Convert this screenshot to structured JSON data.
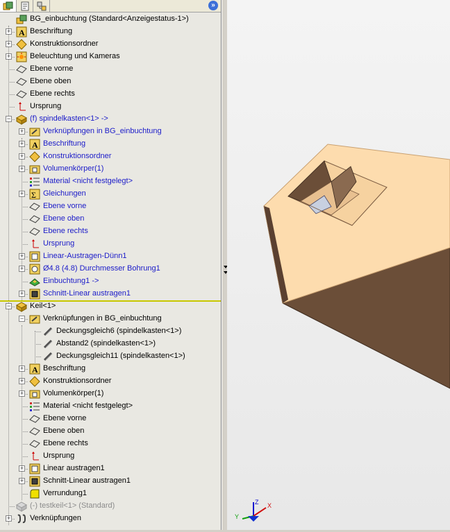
{
  "tabs": [
    {
      "name": "feature-manager-tab",
      "icon": "feature-tree-icon"
    },
    {
      "name": "property-manager-tab",
      "icon": "property-icon"
    },
    {
      "name": "configuration-manager-tab",
      "icon": "configuration-icon"
    }
  ],
  "expand_icon": "double-chevron-right-icon",
  "tree": [
    {
      "id": "root",
      "level": 0,
      "toggle": "none",
      "icon": "assembly",
      "label": "BG_einbuchtung  (Standard<Anzeigestatus-1>)",
      "style": "normal"
    },
    {
      "id": "beschriftung",
      "level": 0,
      "toggle": "+",
      "icon": "annotation",
      "label": "Beschriftung",
      "style": "normal"
    },
    {
      "id": "konstruktionsordner",
      "level": 0,
      "toggle": "+",
      "icon": "design-binder",
      "label": "Konstruktionsordner",
      "style": "normal"
    },
    {
      "id": "beleuchtung",
      "level": 0,
      "toggle": "+",
      "icon": "lights",
      "label": "Beleuchtung und Kameras",
      "style": "normal"
    },
    {
      "id": "ebene-vorne",
      "level": 0,
      "toggle": "none",
      "icon": "plane",
      "label": "Ebene vorne",
      "style": "normal"
    },
    {
      "id": "ebene-oben",
      "level": 0,
      "toggle": "none",
      "icon": "plane",
      "label": "Ebene oben",
      "style": "normal"
    },
    {
      "id": "ebene-rechts",
      "level": 0,
      "toggle": "none",
      "icon": "plane",
      "label": "Ebene rechts",
      "style": "normal"
    },
    {
      "id": "ursprung",
      "level": 0,
      "toggle": "none",
      "icon": "origin",
      "label": "Ursprung",
      "style": "normal"
    },
    {
      "id": "spindelkasten",
      "level": 0,
      "toggle": "-",
      "icon": "part",
      "label": "(f) spindelkasten<1> ->",
      "style": "blue"
    },
    {
      "id": "sk-verknuepfungen",
      "level": 1,
      "toggle": "+",
      "icon": "mates-folder",
      "label": "Verknüpfungen in BG_einbuchtung",
      "style": "blue"
    },
    {
      "id": "sk-beschriftung",
      "level": 1,
      "toggle": "+",
      "icon": "annotation",
      "label": "Beschriftung",
      "style": "blue"
    },
    {
      "id": "sk-konstruktionsordner",
      "level": 1,
      "toggle": "+",
      "icon": "design-binder",
      "label": "Konstruktionsordner",
      "style": "blue"
    },
    {
      "id": "sk-volumenkoerper",
      "level": 1,
      "toggle": "+",
      "icon": "solid-bodies",
      "label": "Volumenkörper(1)",
      "style": "blue"
    },
    {
      "id": "sk-material",
      "level": 1,
      "toggle": "none",
      "icon": "material",
      "label": "Material <nicht festgelegt>",
      "style": "blue"
    },
    {
      "id": "sk-gleichungen",
      "level": 1,
      "toggle": "+",
      "icon": "equations",
      "label": "Gleichungen",
      "style": "blue"
    },
    {
      "id": "sk-ebene-vorne",
      "level": 1,
      "toggle": "none",
      "icon": "plane",
      "label": "Ebene vorne",
      "style": "blue"
    },
    {
      "id": "sk-ebene-oben",
      "level": 1,
      "toggle": "none",
      "icon": "plane",
      "label": "Ebene oben",
      "style": "blue"
    },
    {
      "id": "sk-ebene-rechts",
      "level": 1,
      "toggle": "none",
      "icon": "plane",
      "label": "Ebene rechts",
      "style": "blue"
    },
    {
      "id": "sk-ursprung",
      "level": 1,
      "toggle": "none",
      "icon": "origin",
      "label": "Ursprung",
      "style": "blue"
    },
    {
      "id": "sk-linear-duenn",
      "level": 1,
      "toggle": "+",
      "icon": "extrude",
      "label": "Linear-Austragen-Dünn1",
      "style": "blue"
    },
    {
      "id": "sk-bohrung",
      "level": 1,
      "toggle": "+",
      "icon": "hole",
      "label": "Ø4.8 (4.8) Durchmesser Bohrung1",
      "style": "blue"
    },
    {
      "id": "sk-einbuchtung",
      "level": 1,
      "toggle": "none",
      "icon": "indent",
      "label": "Einbuchtung1 ->",
      "style": "blue"
    },
    {
      "id": "sk-schnitt",
      "level": 1,
      "toggle": "+",
      "icon": "cut-extrude",
      "label": "Schnitt-Linear austragen1",
      "style": "blue"
    },
    {
      "id": "keil",
      "level": 0,
      "toggle": "-",
      "icon": "part",
      "label": "Keil<1>",
      "style": "normal"
    },
    {
      "id": "k-verknuepfungen",
      "level": 1,
      "toggle": "-",
      "icon": "mates-folder",
      "label": "Verknüpfungen in BG_einbuchtung",
      "style": "normal"
    },
    {
      "id": "k-deckungsgleich6",
      "level": 2,
      "toggle": "none",
      "icon": "mate",
      "label": "Deckungsgleich6 (spindelkasten<1>)",
      "style": "normal"
    },
    {
      "id": "k-abstand2",
      "level": 2,
      "toggle": "none",
      "icon": "mate",
      "label": "Abstand2 (spindelkasten<1>)",
      "style": "normal"
    },
    {
      "id": "k-deckungsgleich11",
      "level": 2,
      "toggle": "none",
      "icon": "mate",
      "label": "Deckungsgleich11 (spindelkasten<1>)",
      "style": "normal"
    },
    {
      "id": "k-beschriftung",
      "level": 1,
      "toggle": "+",
      "icon": "annotation",
      "label": "Beschriftung",
      "style": "normal"
    },
    {
      "id": "k-konstruktionsordner",
      "level": 1,
      "toggle": "+",
      "icon": "design-binder",
      "label": "Konstruktionsordner",
      "style": "normal"
    },
    {
      "id": "k-volumenkoerper",
      "level": 1,
      "toggle": "+",
      "icon": "solid-bodies",
      "label": "Volumenkörper(1)",
      "style": "normal"
    },
    {
      "id": "k-material",
      "level": 1,
      "toggle": "none",
      "icon": "material",
      "label": "Material <nicht festgelegt>",
      "style": "normal"
    },
    {
      "id": "k-ebene-vorne",
      "level": 1,
      "toggle": "none",
      "icon": "plane",
      "label": "Ebene vorne",
      "style": "normal"
    },
    {
      "id": "k-ebene-oben",
      "level": 1,
      "toggle": "none",
      "icon": "plane",
      "label": "Ebene oben",
      "style": "normal"
    },
    {
      "id": "k-ebene-rechts",
      "level": 1,
      "toggle": "none",
      "icon": "plane",
      "label": "Ebene rechts",
      "style": "normal"
    },
    {
      "id": "k-ursprung",
      "level": 1,
      "toggle": "none",
      "icon": "origin",
      "label": "Ursprung",
      "style": "normal"
    },
    {
      "id": "k-linear",
      "level": 1,
      "toggle": "+",
      "icon": "extrude",
      "label": "Linear austragen1",
      "style": "normal"
    },
    {
      "id": "k-schnitt",
      "level": 1,
      "toggle": "+",
      "icon": "cut-extrude",
      "label": "Schnitt-Linear austragen1",
      "style": "normal"
    },
    {
      "id": "k-verrundung",
      "level": 1,
      "toggle": "none",
      "icon": "fillet",
      "label": "Verrundung1",
      "style": "normal"
    },
    {
      "id": "testkeil",
      "level": 0,
      "toggle": "none",
      "icon": "part-suppressed",
      "label": "(-) testkeil<1> (Standard)",
      "style": "gray"
    },
    {
      "id": "verknuepfungen",
      "level": 0,
      "toggle": "+",
      "icon": "mates",
      "label": "Verknüpfungen",
      "style": "normal"
    }
  ],
  "viewport": {
    "triad": {
      "x": "X",
      "y": "Y",
      "z": "Z"
    }
  },
  "colors": {
    "face_top": "#fddcae",
    "face_side": "#6b4e38",
    "tree_blue": "#1b1bc9",
    "rollback_bar": "#c8c800"
  }
}
